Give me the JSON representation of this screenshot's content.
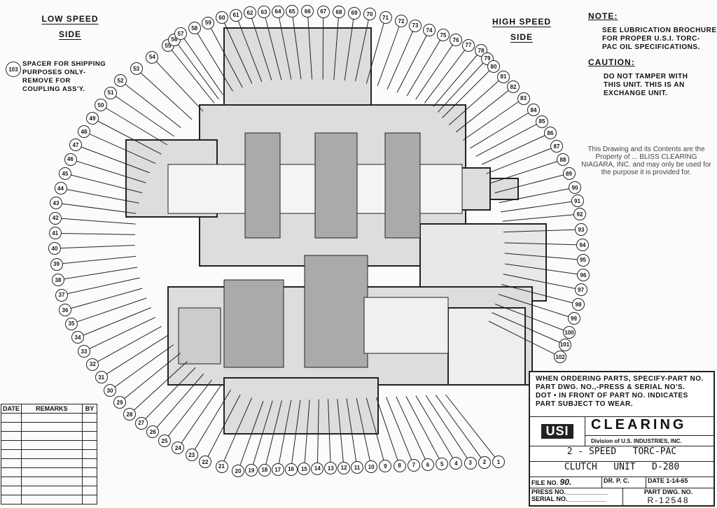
{
  "headings": {
    "low_speed": [
      "LOW SPEED",
      "SIDE"
    ],
    "high_speed": [
      "HIGH SPEED",
      "SIDE"
    ]
  },
  "spacer_note": {
    "number": "103",
    "text": "SPACER FOR SHIPPING\nPURPOSES ONLY-\nREMOVE FOR\nCOUPLING ASS'Y."
  },
  "note": {
    "title": "NOTE:",
    "text": "SEE LUBRICATION BROCHURE\nFOR PROPER U.S.I. TORC-\nPAC OIL SPECIFICATIONS."
  },
  "caution": {
    "title": "CAUTION:",
    "text": "DO NOT TAMPER WITH\nTHIS UNIT. THIS IS AN\nEXCHANGE UNIT."
  },
  "proprietary": "This Drawing and its Contents are the Property of ... BLISS CLEARING NIAGARA, INC. and may only be used for the purpose it is provided for.",
  "callouts": [
    "1",
    "2",
    "3",
    "4",
    "5",
    "6",
    "7",
    "8",
    "9",
    "10",
    "11",
    "12",
    "13",
    "14",
    "15",
    "16",
    "17",
    "18",
    "19",
    "20",
    "21",
    "22",
    "23",
    "24",
    "25",
    "26",
    "27",
    "28",
    "29",
    "30",
    "31",
    "32",
    "33",
    "34",
    "35",
    "36",
    "37",
    "38",
    "39",
    "40",
    "41",
    "42",
    "43",
    "44",
    "45",
    "46",
    "47",
    "48",
    "49",
    "50",
    "51",
    "52",
    "53",
    "54",
    "55",
    "56",
    "57",
    "58",
    "59",
    "60",
    "61",
    "62",
    "63",
    "64",
    "65",
    "66",
    "67",
    "68",
    "69",
    "70",
    "71",
    "72",
    "73",
    "74",
    "75",
    "76",
    "77",
    "78",
    "79",
    "80",
    "81",
    "82",
    "83",
    "84",
    "85",
    "86",
    "87",
    "88",
    "89",
    "90",
    "91",
    "92",
    "93",
    "94",
    "95",
    "96",
    "97",
    "98",
    "99",
    "100",
    "101",
    "102"
  ],
  "remarks_table": {
    "headers": [
      "DATE",
      "REMARKS",
      "BY"
    ],
    "rows": 10
  },
  "title_block": {
    "ordering_note": "WHEN ORDERING PARTS, SPECIFY-PART NO.\nPART DWG. NO.,-PRESS & SERIAL NO'S.\nDOT • IN FRONT OF PART NO. INDICATES\nPART SUBJECT TO WEAR.",
    "logo": "USI",
    "company": "CLEARING",
    "division": "Division of U.S. INDUSTRIES, INC.",
    "title_line1": "2 - SPEED   TORC-PAC",
    "title_line2": "CLUTCH   UNIT   D-280",
    "file_no_label": "FILE NO.",
    "file_no": "90.",
    "drawn_by": "DR. P. C.",
    "date": "DATE 1-14-65",
    "press_no": "PRESS NO.____________",
    "serial_no": "SERIAL NO.___________",
    "part_dwg_label": "PART DWG. NO.",
    "part_dwg_no": "R-12548"
  }
}
